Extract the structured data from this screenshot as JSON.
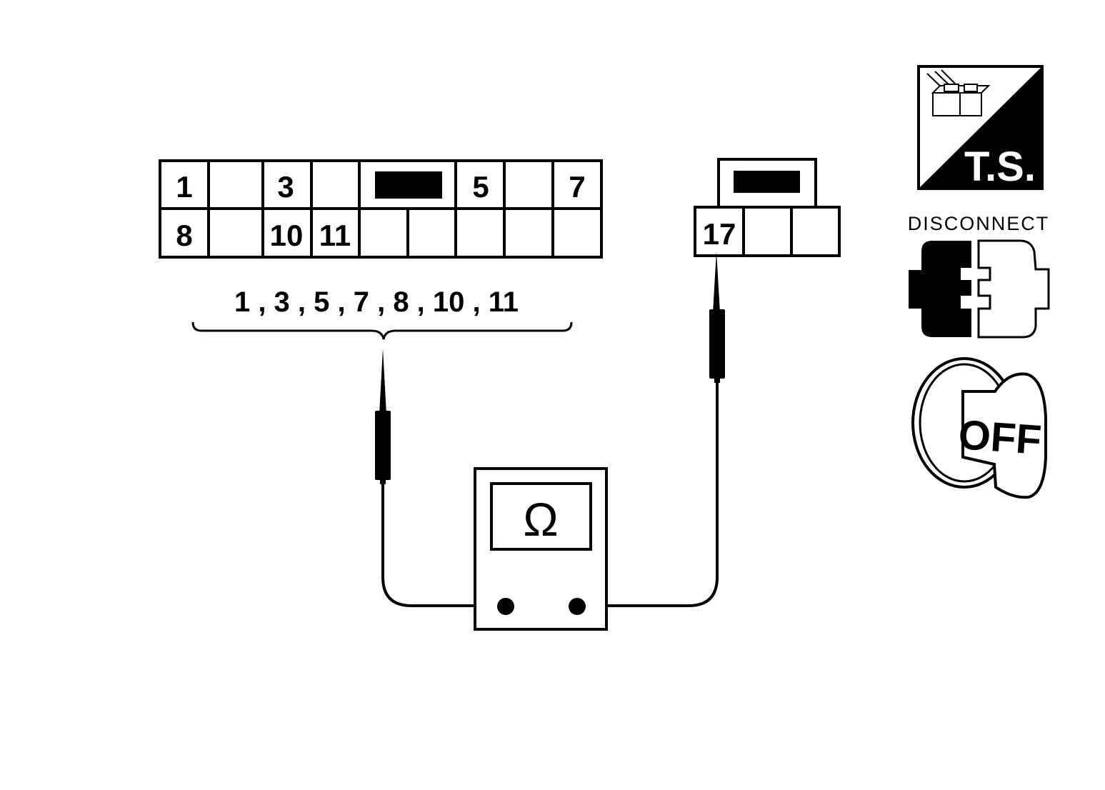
{
  "connector_a": {
    "top_row": [
      "1",
      "",
      "3",
      "",
      "",
      "5",
      "",
      "7"
    ],
    "bottom_row": [
      "8",
      "",
      "10",
      "11",
      "",
      "",
      "",
      "",
      ""
    ]
  },
  "connector_b": {
    "pins": [
      "17",
      "",
      ""
    ]
  },
  "pin_list": "1 , 3 , 5 , 7 , 8 , 10 , 11",
  "meter": {
    "symbol": "Ω"
  },
  "icons": {
    "ts_label": "T.S.",
    "disconnect_label": "DISCONNECT",
    "ignition_label": "OFF",
    "names": [
      "connector-ts-icon",
      "disconnect-icon",
      "ignition-off-key-icon"
    ]
  },
  "colors": {
    "line": "#000000",
    "background": "#ffffff"
  }
}
